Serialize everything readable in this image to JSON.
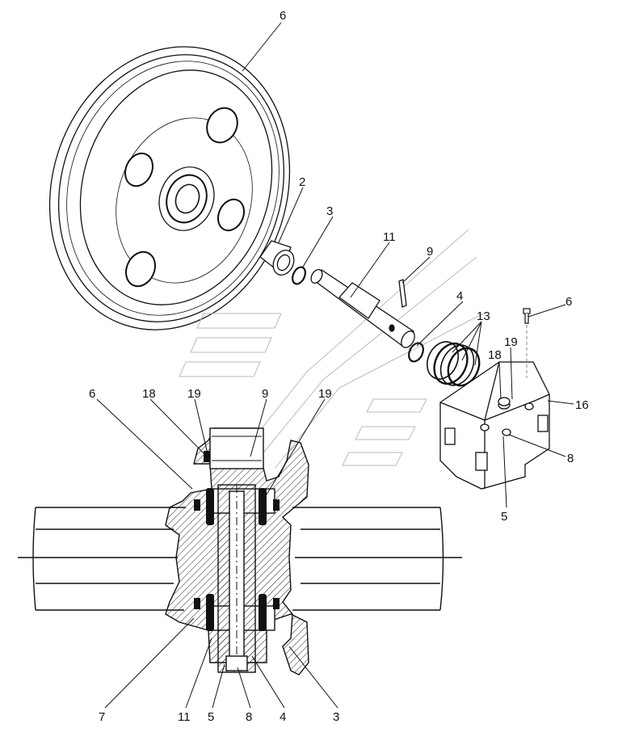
{
  "callouts": {
    "top_wheel_6": "6",
    "bushing_2": "2",
    "oring_3": "3",
    "shaft_11": "11",
    "pin_9": "9",
    "oring_4": "4",
    "seal_13": "13",
    "bolt_6": "6",
    "bolt_19": "19",
    "plug_18": "18",
    "block_16": "16",
    "port_8": "8",
    "port_5": "5",
    "sec_6": "6",
    "sec_18": "18",
    "sec_19a": "19",
    "sec_9": "9",
    "sec_19b": "19",
    "bot_7": "7",
    "bot_11": "11",
    "bot_5": "5",
    "bot_8": "8",
    "bot_4": "4",
    "bot_3": "3"
  },
  "colors": {
    "line": "#111111",
    "hatch": "#222222",
    "ghost": "#bbbbbb"
  }
}
